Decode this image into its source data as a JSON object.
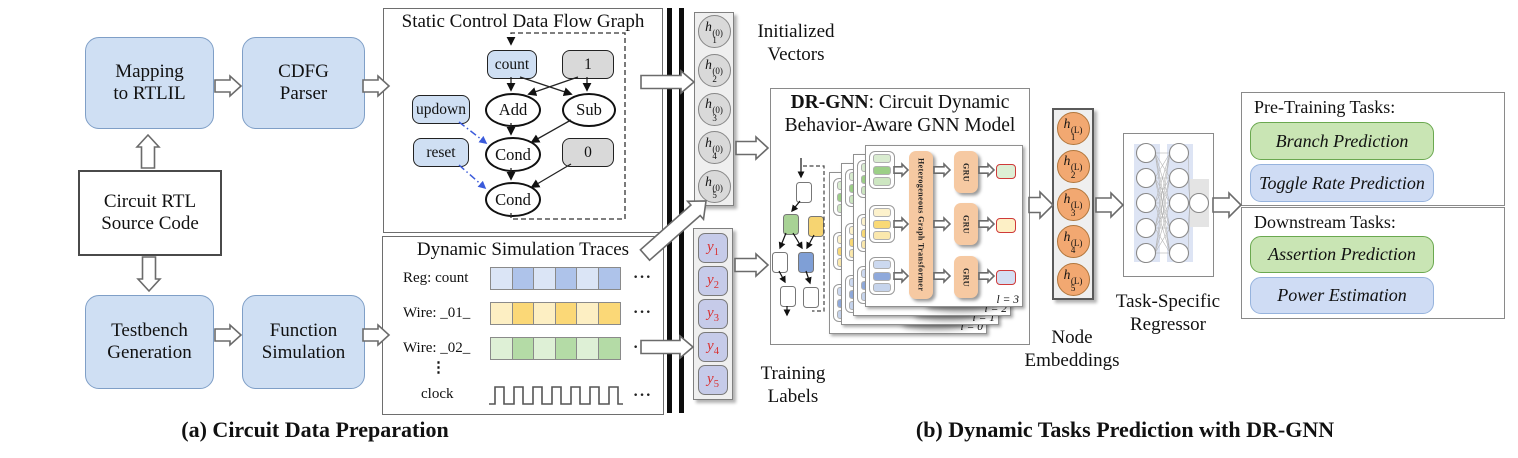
{
  "captions": {
    "a": "(a) Circuit Data Preparation",
    "b": "(b) Dynamic Tasks Prediction with DR-GNN"
  },
  "flow": {
    "boxes": [
      {
        "label": "Mapping\nto RTLIL"
      },
      {
        "label": "CDFG\nParser"
      },
      {
        "label": "Circuit RTL\nSource Code"
      },
      {
        "label": "Testbench\nGeneration"
      },
      {
        "label": "Function\nSimulation"
      }
    ]
  },
  "cdfg": {
    "title": "Static Control Data Flow Graph",
    "nodes": {
      "count": "count",
      "one": "1",
      "updown": "updown",
      "add": "Add",
      "sub": "Sub",
      "reset": "reset",
      "cond1": "Cond",
      "zero": "0",
      "cond2": "Cond"
    }
  },
  "traces": {
    "title": "Dynamic Simulation Traces",
    "ellipsis": "···",
    "vdots": "⋮",
    "clock": "clock",
    "rows": [
      {
        "label": "Reg: count",
        "light": "#dbe5f6",
        "dark": "#aec3ea"
      },
      {
        "label": "Wire: _01_",
        "light": "#fdefc3",
        "dark": "#fbd877"
      },
      {
        "label": "Wire: _02_",
        "light": "#def0d6",
        "dark": "#b4dba6"
      }
    ]
  },
  "init": {
    "label": "Initialized\nVectors",
    "base": "h",
    "sup": "(0)",
    "subs": [
      "1",
      "2",
      "3",
      "4",
      "5"
    ]
  },
  "ylabels": {
    "label": "Training\nLabels",
    "base": "y",
    "subs": [
      "1",
      "2",
      "3",
      "4",
      "5"
    ]
  },
  "drgnn": {
    "title_bold": "DR-GNN",
    "title_rest": ": Circuit Dynamic",
    "title_line2": "Behavior-Aware GNN Model",
    "hgt": "Heterogeneous Graph Transformer",
    "gru": "GRU",
    "layers": [
      "l = 3",
      "l = 2",
      "l = 1",
      "l = 0"
    ],
    "groups": [
      {
        "cells": [
          "#d9ecd0",
          "#9ccf87",
          "#cde6c1"
        ]
      },
      {
        "cells": [
          "#fdf2cc",
          "#f9d976",
          "#fbe8ad"
        ]
      },
      {
        "cells": [
          "#ccd9f0",
          "#8fa9db",
          "#c6d4ec"
        ]
      }
    ],
    "outputs": [
      "#ddefd5",
      "#fdf0c6",
      "#d4def2"
    ]
  },
  "emb": {
    "label": "Node\nEmbeddings",
    "base": "h",
    "sup": "(L)",
    "subs": [
      "1",
      "2",
      "3",
      "4",
      "5"
    ]
  },
  "regressor": {
    "label": "Task-Specific\nRegressor"
  },
  "tasks": {
    "pretrain": {
      "heading": "Pre-Training Tasks:",
      "items": [
        {
          "label": "Branch Prediction",
          "type": "green"
        },
        {
          "label": "Toggle Rate Prediction",
          "type": "blue"
        }
      ]
    },
    "downstream": {
      "heading": "Downstream Tasks:",
      "items": [
        {
          "label": "Assertion Prediction",
          "type": "green"
        },
        {
          "label": "Power Estimation",
          "type": "blue"
        }
      ]
    }
  },
  "colors": {
    "flow_box_fill": "#cfdff3",
    "flow_box_border": "#7f9fc7",
    "panel_border": "#6e6e6e",
    "gray_node": "#d9d9d9",
    "orange_box": "#f6c9a2",
    "orange_circle": "#f2a871",
    "label_red": "#d92f2f",
    "edge_blue": "#3b5bdb",
    "pill_green_fill": "#c9e5b4",
    "pill_green_border": "#6aa84f",
    "pill_blue_fill": "#cfdcf4",
    "pill_blue_border": "#96b3dd",
    "divider_black": "#0d0d0d",
    "vector_cell_fill": "#c6cbe9"
  }
}
